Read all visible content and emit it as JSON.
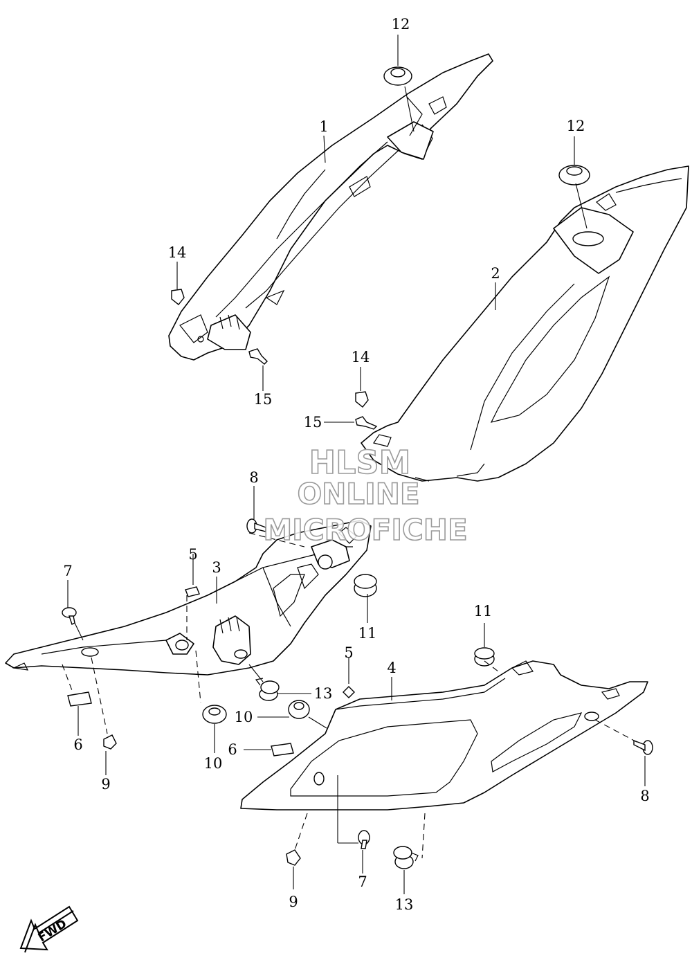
{
  "watermark": {
    "line1": "HLSM",
    "line2": "ONLINE",
    "line3": "MICROFICHE"
  },
  "fwd_label": "FWD",
  "callouts": {
    "c12a": "12",
    "c12b": "12",
    "c1": "1",
    "c2": "2",
    "c14a": "14",
    "c15a": "15",
    "c14b": "14",
    "c15b": "15",
    "c8a": "8",
    "c5a": "5",
    "c3": "3",
    "c7a": "7",
    "c11a": "11",
    "c11b": "11",
    "c5b": "5",
    "c4": "4",
    "c6a": "6",
    "c9a": "9",
    "c13a": "13",
    "c10a": "10",
    "c10b": "10",
    "c6b": "6",
    "c8b": "8",
    "c7b": "7",
    "c9b": "9",
    "c13b": "13"
  }
}
